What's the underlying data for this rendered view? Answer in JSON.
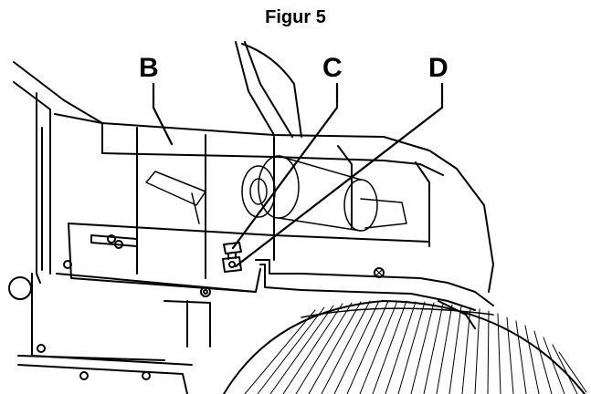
{
  "figure": {
    "title": "Figur 5"
  },
  "callouts": {
    "b": "B",
    "c": "C",
    "d": "D"
  },
  "colors": {
    "line": "#000000",
    "background": "#ffffff"
  }
}
